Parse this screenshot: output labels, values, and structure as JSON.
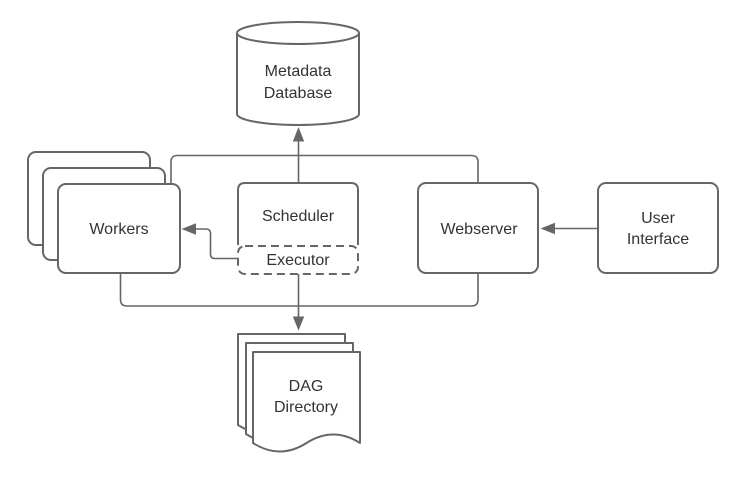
{
  "diagram": {
    "type": "architecture-flow-diagram",
    "background_color": "#ffffff",
    "stroke_color": "#666666",
    "text_color": "#333333",
    "node_fill_color": "#ffffff",
    "nodes": {
      "metadata_database": {
        "shape": "cylinder",
        "line1": "Metadata",
        "line2": "Database"
      },
      "workers": {
        "shape": "stacked-rounded-rectangles",
        "label": "Workers"
      },
      "scheduler": {
        "shape": "rounded-rectangle",
        "label": "Scheduler"
      },
      "executor": {
        "shape": "dashed-rounded-rectangle",
        "label": "Executor"
      },
      "webserver": {
        "shape": "rounded-rectangle",
        "label": "Webserver"
      },
      "user_interface": {
        "shape": "rounded-rectangle",
        "line1": "User",
        "line2": "Interface"
      },
      "dag_directory": {
        "shape": "stacked-documents",
        "line1": "DAG",
        "line2": "Directory"
      }
    },
    "edges": [
      {
        "from": "scheduler",
        "to": "metadata_database",
        "arrow": true
      },
      {
        "from": "workers",
        "to": "metadata_database",
        "via": "top-bus",
        "arrow": true
      },
      {
        "from": "webserver",
        "to": "metadata_database",
        "via": "top-bus",
        "arrow": true
      },
      {
        "from": "executor",
        "to": "workers",
        "arrow": true
      },
      {
        "from": "user_interface",
        "to": "webserver",
        "arrow": true
      },
      {
        "from": "executor",
        "to": "dag_directory",
        "arrow": true
      },
      {
        "from": "workers",
        "to": "dag_directory",
        "via": "bottom-bus",
        "arrow": true
      },
      {
        "from": "webserver",
        "to": "dag_directory",
        "via": "bottom-bus",
        "arrow": true
      }
    ]
  }
}
